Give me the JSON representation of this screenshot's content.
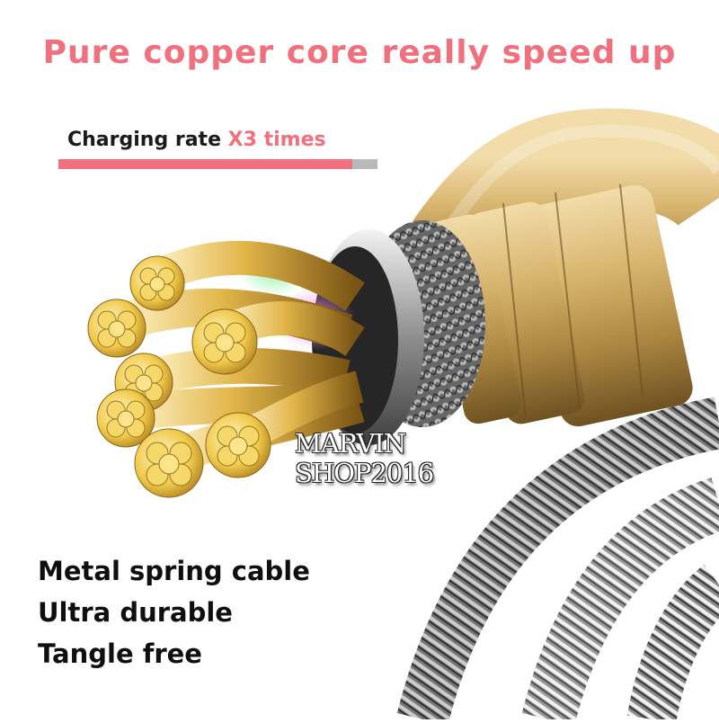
{
  "headline": {
    "text": "Pure copper core really speed up",
    "color": "#f0707e"
  },
  "rate": {
    "label": "Charging rate",
    "highlight": "X3 times",
    "bar_fraction": 0.92,
    "bar_color": "#f0707e",
    "track_color": "#b9b9b9"
  },
  "watermark": {
    "line1": "MARVIN",
    "line2": "SHOP2016"
  },
  "features": [
    "Metal spring cable",
    "Ultra durable",
    "Tangle free"
  ],
  "colors": {
    "gold": "#c9a24f",
    "metal": "#9a9a9a",
    "accent": "#f0707e"
  }
}
